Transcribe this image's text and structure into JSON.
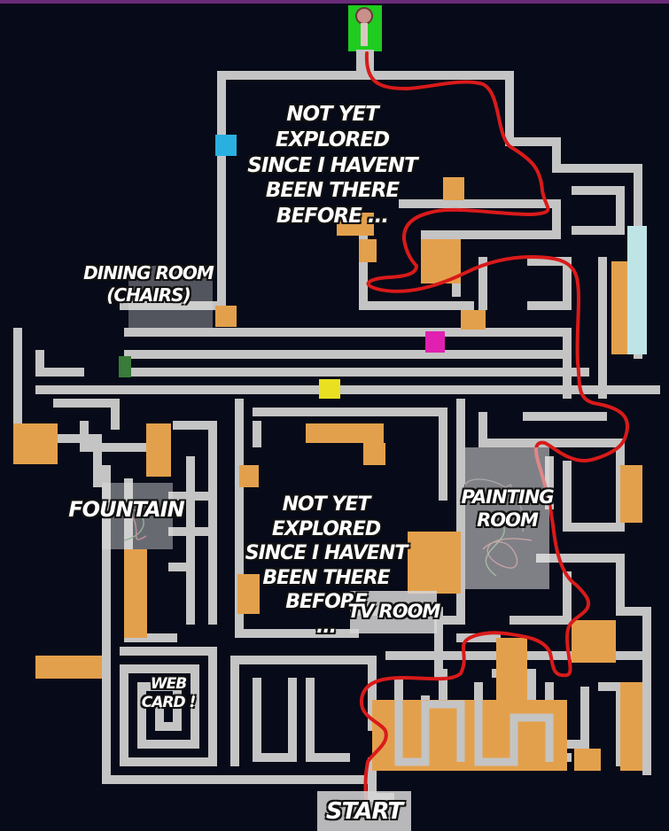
{
  "labels": {
    "unexplored_top": "NOT YET EXPLORED\nSINCE I HAVENT\nBEEN THERE\nBEFORE ...",
    "dining_room": "DINING ROOM\n(CHAIRS)",
    "fountain": "FOUNTAIN",
    "unexplored_mid": "NOT YET EXPLORED\nSINCE I HAVENT\nBEEN THERE BEFORE\n...",
    "painting_room": "PAINTING\nROOM",
    "tv_room": "TV ROOM",
    "web_card": "WEB\nCARD !",
    "start": "START"
  },
  "colors": {
    "background": "#070a18",
    "wall": "#c4c4c4",
    "orange_block": "#e3a04c",
    "route": "#d91a1a",
    "exit": "#1fcc1f",
    "cyan_key": "#2ab0e0",
    "magenta_key": "#e020b0",
    "yellow_key": "#e8e020",
    "green_door": "#3a7a3a",
    "pale_wall": "#bfe4e6"
  },
  "icons": {
    "exit_marker": "exit-door-icon",
    "painting": "scribble-painting-icon"
  }
}
